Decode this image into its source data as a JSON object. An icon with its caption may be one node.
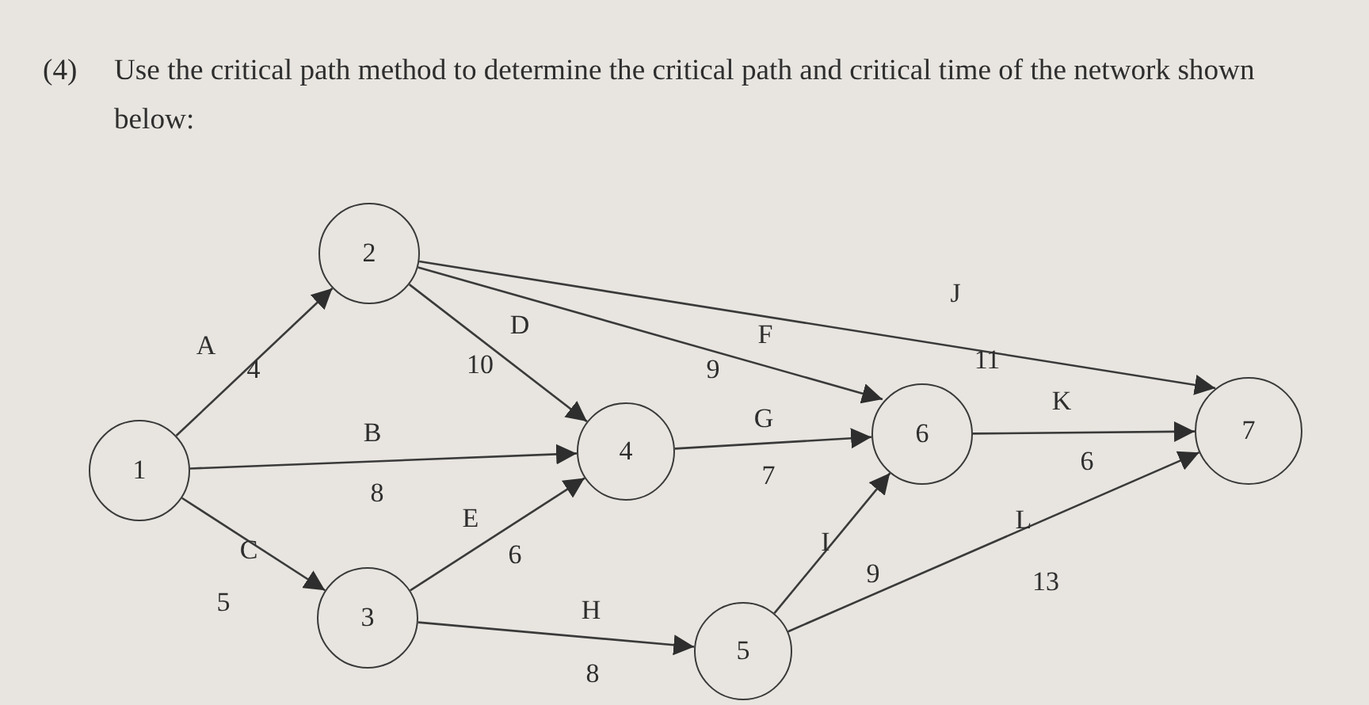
{
  "diagram": {
    "title": "Use the critical path method to determine the critical path and critical time of the network shown below:",
    "nodes": [
      {
        "text": [
          "1"
        ]
      },
      {
        "text": [
          "2"
        ]
      },
      {
        "text": [
          "3"
        ]
      },
      {
        "text": [
          "4"
        ]
      },
      {
        "text": [
          "5"
        ]
      },
      {
        "text": [
          "6"
        ]
      },
      {
        "text": [
          "7"
        ]
      }
    ],
    "edges": [
      {
        "from": 0,
        "to": 1,
        "arrow": "to",
        "label": "A"
      },
      {
        "from": 0,
        "to": 3,
        "arrow": "to",
        "label": "B"
      },
      {
        "from": 0,
        "to": 2,
        "arrow": "to",
        "label": "C"
      },
      {
        "from": 1,
        "to": 3,
        "arrow": "to",
        "label": "D"
      },
      {
        "from": 1,
        "to": 5,
        "arrow": "to",
        "label": "F"
      },
      {
        "from": 1,
        "to": 6,
        "arrow": "to",
        "label": "J"
      },
      {
        "from": 2,
        "to": 3,
        "arrow": "to",
        "label": "E"
      },
      {
        "from": 2,
        "to": 4,
        "arrow": "to",
        "label": "H"
      },
      {
        "from": 3,
        "to": 5,
        "arrow": "to",
        "label": "G"
      },
      {
        "from": 4,
        "to": 5,
        "arrow": "to",
        "label": "I"
      },
      {
        "from": 4,
        "to": 6,
        "arrow": "to",
        "label": "L"
      },
      {
        "from": 5,
        "to": 6,
        "arrow": "to",
        "label": "K"
      }
    ],
    "labels": [
      "(4)",
      "11",
      "4",
      "10",
      "9",
      "6",
      "7",
      "8",
      "6",
      "9",
      "13",
      "5",
      "8"
    ]
  }
}
